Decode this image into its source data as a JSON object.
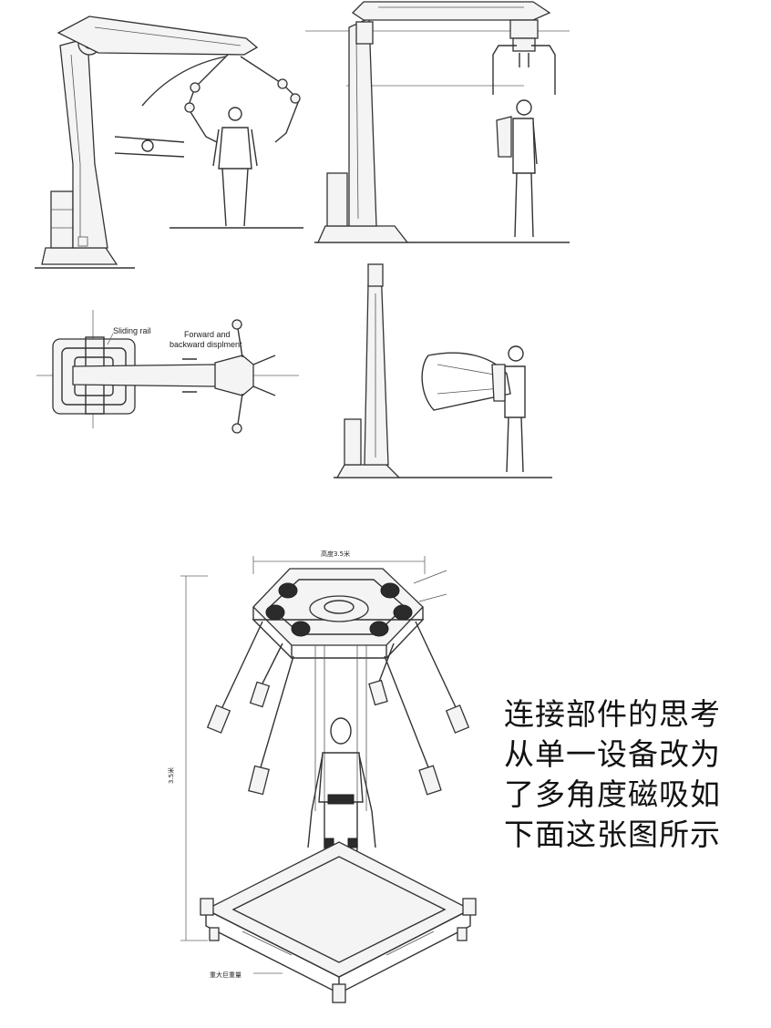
{
  "top_view_labels": {
    "sliding_rail": "Sliding rail",
    "forward_line1": "Forward and",
    "forward_line2": "backward displment"
  },
  "frame_labels": {
    "width_dim": "高度3.5米",
    "height_dim": "3.5米",
    "base_note": "重大巨重量"
  },
  "caption": {
    "line1": "连接部件的思考",
    "line2": "从单一设备改为",
    "line3": "了多角度磁吸如",
    "line4": "下面这张图所示"
  }
}
